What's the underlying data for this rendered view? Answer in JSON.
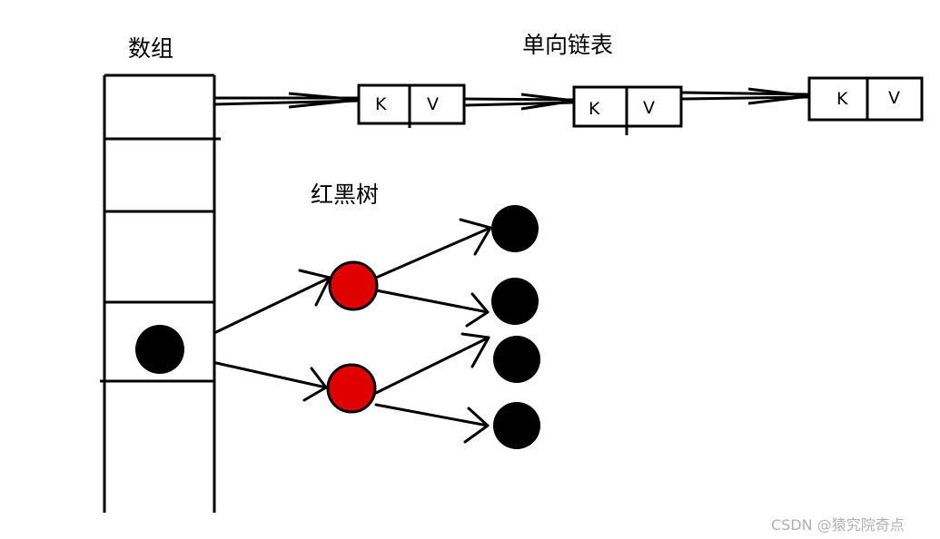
{
  "labels": {
    "array": "数组",
    "linked_list": "单向链表",
    "red_black_tree": "红黑树"
  },
  "list_nodes": [
    {
      "key": "K",
      "value": "V"
    },
    {
      "key": "K",
      "value": "V"
    },
    {
      "key": "K",
      "value": "V"
    }
  ],
  "watermark": "CSDN @猿究院奇点",
  "colors": {
    "stroke": "#000000",
    "red_node": "#e00000",
    "black_node": "#000000",
    "watermark": "#b0b0b0"
  }
}
